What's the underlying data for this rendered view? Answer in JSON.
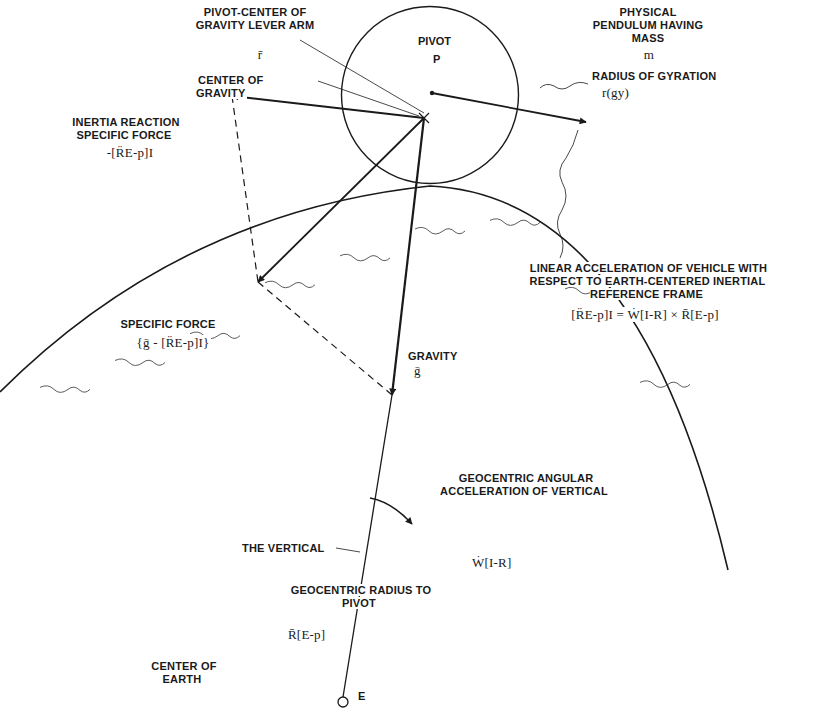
{
  "diagram": {
    "nodes": [
      {
        "text": [
          "PIVOT",
          "P"
        ]
      }
    ],
    "labels": [
      "PIVOT-CENTER OF GRAVITY LEVER ARM",
      "r̄",
      "CENTER OF GRAVITY",
      "PHYSICAL PENDULUM HAVING MASS",
      "m",
      "RADIUS OF GYRATION",
      "r(gy)",
      "INERTIA REACTION SPECIFIC FORCE",
      "-[R̈E-p]I",
      "LINEAR ACCELERATION OF VEHICLE WITH RESPECT TO EARTH-CENTERED INERTIAL REFERENCE FRAME",
      "[R̈E-p]I = Ẇ[I-R] × R̄[E-p]",
      "SPECIFIC FORCE",
      "{ḡ - [R̈E-p]I}",
      "GRAVITY",
      "ḡ",
      "THE VERTICAL",
      "GEOCENTRIC ANGULAR ACCELERATION OF VERTICAL",
      "Ẇ[I-R]",
      "GEOCENTRIC RADIUS TO PIVOT",
      "R̄[E-p]",
      "CENTER OF EARTH",
      "E"
    ]
  }
}
